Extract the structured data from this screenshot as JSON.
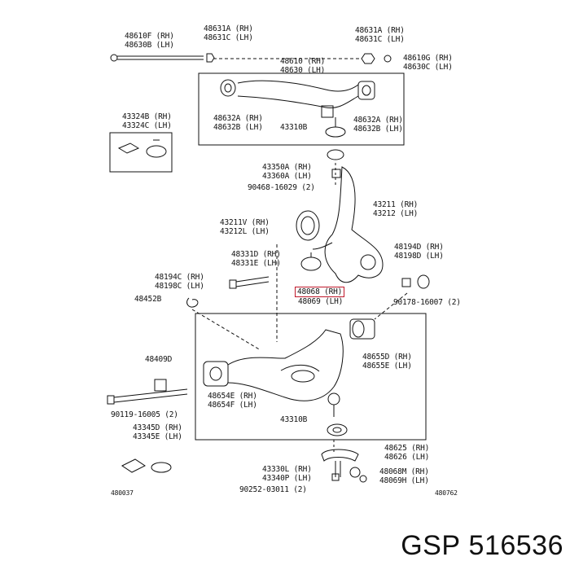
{
  "labels": {
    "l1": [
      "48610F (RH)",
      "48630B (LH)"
    ],
    "l2": [
      "48631A (RH)",
      "48631C (LH)"
    ],
    "l3": [
      "48631A (RH)",
      "48631C (LH)"
    ],
    "l4": [
      "48610G (RH)",
      "48630C (LH)"
    ],
    "l5": [
      "48610 (RH)",
      "48630 (LH)"
    ],
    "l6": [
      "43324B (RH)",
      "43324C (LH)"
    ],
    "l7": [
      "48632A (RH)",
      "48632B (LH)"
    ],
    "l8": [
      "43310B"
    ],
    "l9": [
      "48632A (RH)",
      "48632B (LH)"
    ],
    "l10": [
      "43350A (RH)",
      "43360A (LH)"
    ],
    "l11": [
      "90468-16029 (2)"
    ],
    "l12": [
      "43211 (RH)",
      "43212 (LH)"
    ],
    "l13": [
      "43211V (RH)",
      "43212L (LH)"
    ],
    "l14": [
      "48331D (RH)",
      "48331E (LH)"
    ],
    "l15": [
      "48194D (RH)",
      "48198D (LH)"
    ],
    "l16": [
      "48194C (RH)",
      "48198C (LH)"
    ],
    "l17": [
      "48068 (RH)",
      "48069 (LH)"
    ],
    "l18": [
      "48452B"
    ],
    "l19": [
      "90178-16007 (2)"
    ],
    "l20": [
      "48409D"
    ],
    "l21": [
      "48655D (RH)",
      "48655E (LH)"
    ],
    "l22": [
      "48654E (RH)",
      "48654F (LH)"
    ],
    "l23": [
      "90119-16005 (2)"
    ],
    "l24": [
      "43345D (RH)",
      "43345E (LH)"
    ],
    "l25": [
      "43310B"
    ],
    "l26": [
      "48625 (RH)",
      "48626 (LH)"
    ],
    "l27": [
      "43330L (RH)",
      "43340P (LH)"
    ],
    "l28": [
      "48068M (RH)",
      "48069H (LH)"
    ],
    "l29": [
      "90252-03011 (2)"
    ],
    "l30": [
      "480037"
    ],
    "l31": [
      "480762"
    ]
  },
  "highlight": {
    "color": "#c0182a",
    "label_key": "l17"
  },
  "brand": {
    "name": "GSP",
    "part_number": "516536"
  }
}
